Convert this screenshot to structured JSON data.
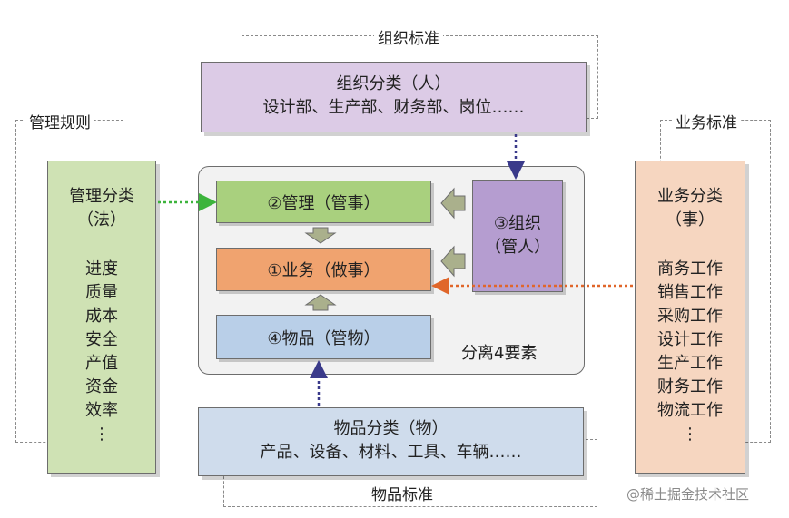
{
  "frames": {
    "top": "组织标准",
    "left": "管理规则",
    "right": "业务标准",
    "bottom": "物品标准"
  },
  "top_box": {
    "title": "组织分类（人）",
    "items": "设计部、生产部、财务部、岗位……"
  },
  "bottom_box": {
    "title": "物品分类（物）",
    "items": "产品、设备、材料、工具、车辆……"
  },
  "left_box": {
    "title_line1": "管理分类",
    "title_line2": "（法）",
    "items": [
      "进度",
      "质量",
      "成本",
      "安全",
      "产值",
      "资金",
      "效率",
      "⋮"
    ]
  },
  "right_box": {
    "title_line1": "业务分类",
    "title_line2": "（事）",
    "items": [
      "商务工作",
      "销售工作",
      "采购工作",
      "设计工作",
      "生产工作",
      "财务工作",
      "物流工作",
      "⋮"
    ]
  },
  "center": {
    "management": "②管理（管事）",
    "business": "①业务（做事）",
    "goods": "④物品（管物）",
    "org_line1": "③组织",
    "org_line2": "（管人）",
    "caption": "分离4要素"
  },
  "watermark": "@稀土掘金技术社区",
  "colors": {
    "purple_box": "#dccbe6",
    "blue_box": "#cfdcec",
    "green_box": "#cfe2b4",
    "peach_box": "#f6d6c0",
    "management_module": "#a9d07e",
    "business_module": "#f0a36f",
    "goods_module": "#b9cfe8",
    "org_module": "#b59dd0",
    "green_arrow": "#3cb43c",
    "orange_arrow": "#e0662a",
    "navy_arrow": "#3a3a8a",
    "block_arrow": "#aab08c"
  }
}
